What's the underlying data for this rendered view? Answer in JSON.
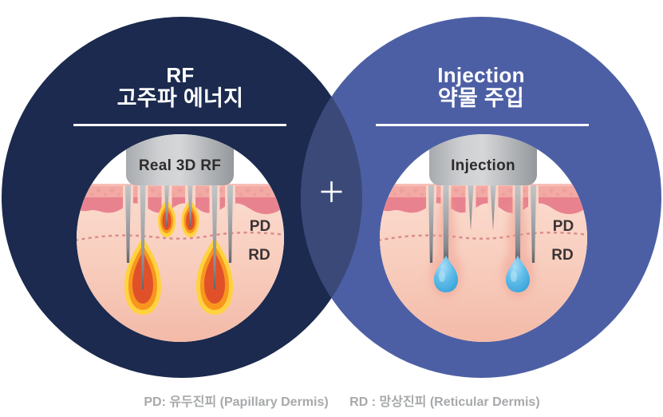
{
  "left_circle": {
    "title_line1": "RF",
    "title_line2": "고주파 에너지",
    "fill_color": "#1B2A4E",
    "device_label": "Real 3D RF",
    "pd_label": "PD",
    "rd_label": "RD"
  },
  "right_circle": {
    "title_line1": "Injection",
    "title_line2": "약물 주입",
    "fill_color": "#4D5FA4",
    "device_label": "Injection",
    "pd_label": "PD",
    "rd_label": "RD"
  },
  "overlap": {
    "icon": "plus-icon",
    "fill_color": "#3B4979"
  },
  "footnote": {
    "pd_note": "PD: 유두진피 (Papillary Dermis)",
    "rd_note": "RD : 망상진피 (Reticular Dermis)",
    "color": "#A7A9AB"
  },
  "illustration_colors": {
    "flame_yellow": "#FFD23F",
    "flame_orange": "#F8961E",
    "flame_red": "#E0512A",
    "droplet_blue": "#46AFE3",
    "epidermis_pink": "#E8828F",
    "dermis_pink": "#F8CDBD",
    "needle_gray": "#A9ADB1",
    "boundary_dash_pink": "#D9898E"
  }
}
